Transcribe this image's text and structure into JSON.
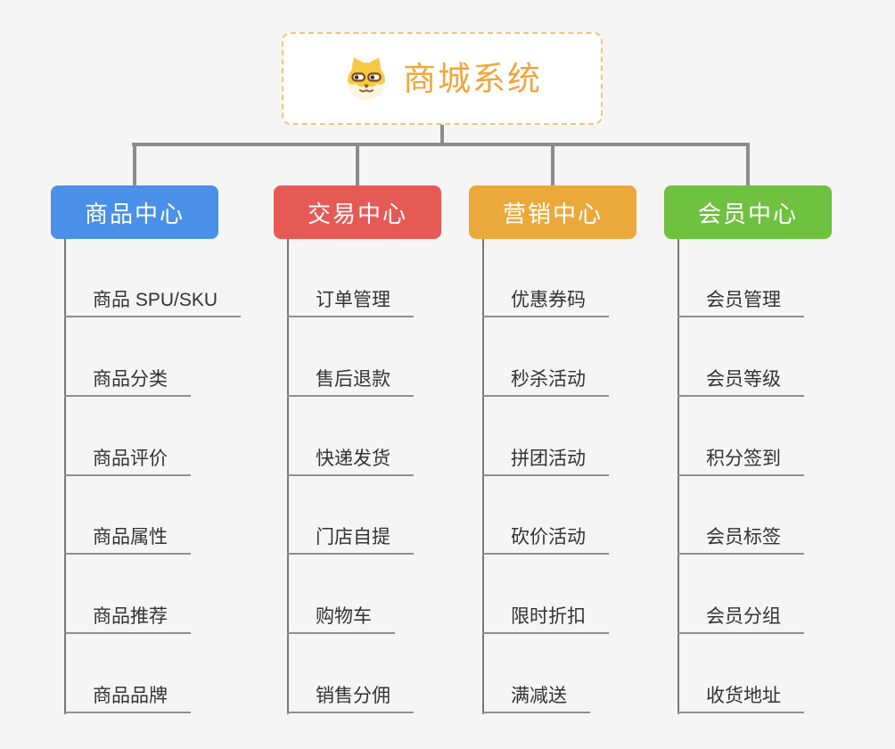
{
  "root": {
    "title": "商城系统",
    "icon": "doge-face-icon",
    "text_color": "#f0a63c",
    "border_color": "#f2c377"
  },
  "branches": [
    {
      "label": "商品中心",
      "color": "#4a90e8",
      "children": [
        "商品 SPU/SKU",
        "商品分类",
        "商品评价",
        "商品属性",
        "商品推荐",
        "商品品牌"
      ]
    },
    {
      "label": "交易中心",
      "color": "#e65a56",
      "children": [
        "订单管理",
        "售后退款",
        "快递发货",
        "门店自提",
        "购物车",
        "销售分佣"
      ]
    },
    {
      "label": "营销中心",
      "color": "#eba93c",
      "children": [
        "优惠券码",
        "秒杀活动",
        "拼团活动",
        "砍价活动",
        "限时折扣",
        "满减送"
      ]
    },
    {
      "label": "会员中心",
      "color": "#6fc140",
      "children": [
        "会员管理",
        "会员等级",
        "积分签到",
        "会员标签",
        "会员分组",
        "收货地址"
      ]
    }
  ],
  "colors": {
    "background": "#f5f5f6",
    "connector": "#8c8c8c",
    "leaf_underline": "#8f8f8f",
    "leaf_text": "#333333",
    "header_text": "#ffffff"
  }
}
